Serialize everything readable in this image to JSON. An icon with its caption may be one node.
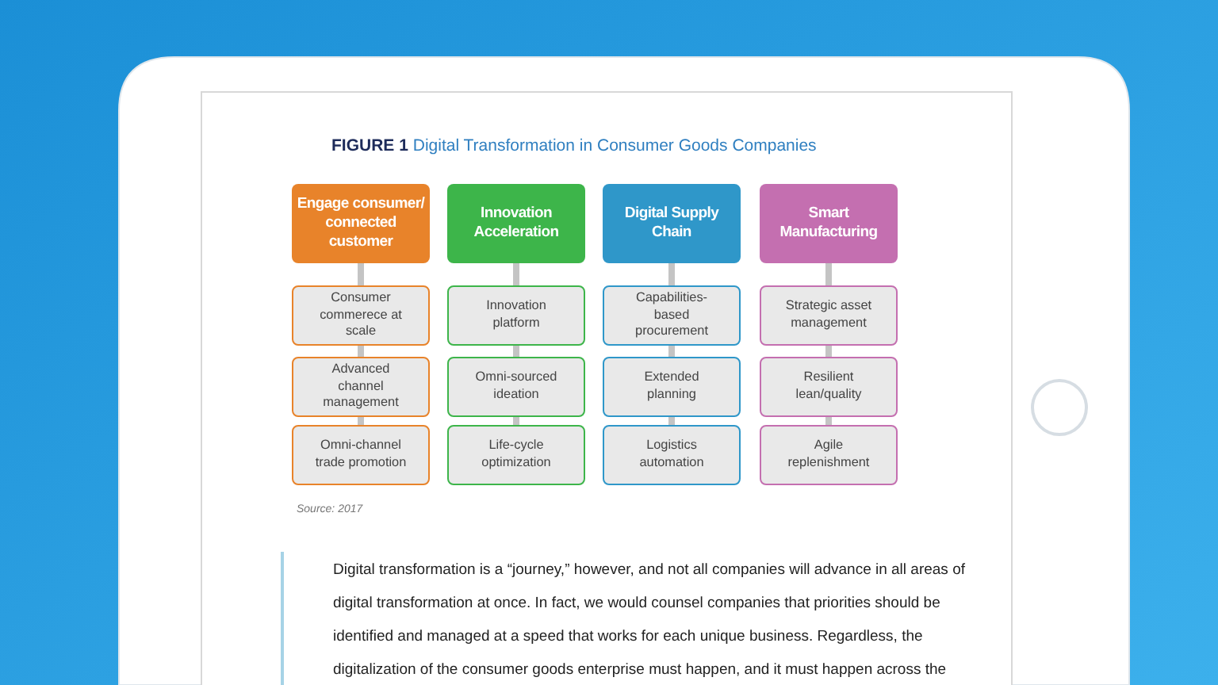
{
  "diagram": {
    "title": "**FIGURE 1** Digital Transformation in Consumer Goods Companies",
    "nodes": [
      {
        "text": [
          "Engage consumer/ connected customer"
        ]
      },
      {
        "text": [
          "Consumer commerece at scale"
        ]
      },
      {
        "text": [
          "Advanced channel management"
        ]
      },
      {
        "text": [
          "Omni-channel trade promotion"
        ]
      },
      {
        "text": [
          "Innovation Acceleration"
        ]
      },
      {
        "text": [
          "Innovation platform"
        ]
      },
      {
        "text": [
          "Omni-sourced ideation"
        ]
      },
      {
        "text": [
          "Life-cycle optimization"
        ]
      },
      {
        "text": [
          "Digital Supply Chain"
        ]
      },
      {
        "text": [
          "Capabilities-based procurement"
        ]
      },
      {
        "text": [
          "Extended planning"
        ]
      },
      {
        "text": [
          "Logistics automation"
        ]
      },
      {
        "text": [
          "Smart Manufacturing"
        ]
      },
      {
        "text": [
          "Strategic asset management"
        ]
      },
      {
        "text": [
          "Resilient lean/quality"
        ]
      },
      {
        "text": [
          "Agile replenishment"
        ]
      }
    ],
    "edges": [
      {
        "from": 0,
        "to": 1,
        "arrow": "none"
      },
      {
        "from": 1,
        "to": 2,
        "arrow": "none"
      },
      {
        "from": 2,
        "to": 3,
        "arrow": "none"
      },
      {
        "from": 4,
        "to": 5,
        "arrow": "none"
      },
      {
        "from": 5,
        "to": 6,
        "arrow": "none"
      },
      {
        "from": 6,
        "to": 7,
        "arrow": "none"
      },
      {
        "from": 8,
        "to": 9,
        "arrow": "none"
      },
      {
        "from": 9,
        "to": 10,
        "arrow": "none"
      },
      {
        "from": 10,
        "to": 11,
        "arrow": "none"
      },
      {
        "from": 12,
        "to": 13,
        "arrow": "none"
      },
      {
        "from": 13,
        "to": 14,
        "arrow": "none"
      },
      {
        "from": 14,
        "to": 15,
        "arrow": "none"
      }
    ],
    "labels": [
      "Source: 2017",
      "Digital transformation is a “journey,” however, and not all companies will advance in all areas of digital transformation at once. In fact, we would counsel companies that priorities should be identified and managed at a speed that works for each unique business. Regardless, the digitalization of the consumer goods enterprise must happen, and it must happen across the"
    ]
  }
}
